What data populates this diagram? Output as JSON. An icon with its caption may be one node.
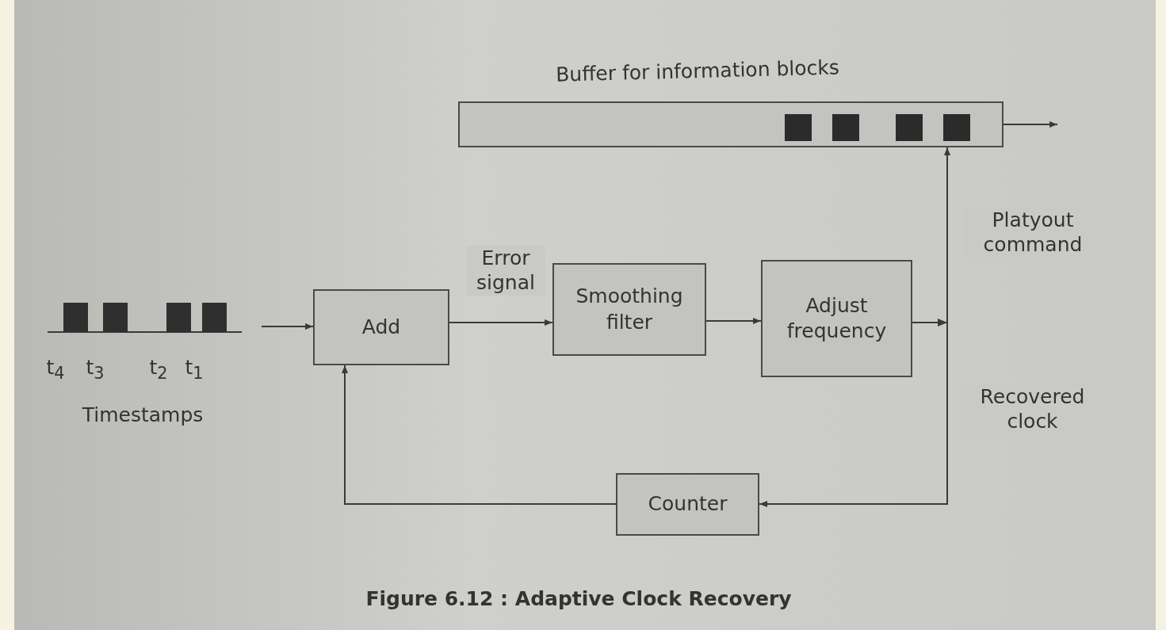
{
  "diagram": {
    "caption": "Figure 6.12 : Adaptive Clock Recovery",
    "nodes": [
      {
        "text": [
          "Buffer for information blocks"
        ]
      },
      {
        "text": [],
        "shape": "picture",
        "beside": [
          "t$_{4}$",
          "t$_{3}$",
          "t$_{2}$",
          "t$_{1}$",
          "Timestamps"
        ]
      },
      {
        "text": [
          "Add"
        ]
      },
      {
        "text": [
          "Smoothing filter"
        ]
      },
      {
        "text": [
          "Adjust frequency"
        ]
      },
      {
        "text": [
          "Counter"
        ]
      }
    ],
    "edges": [
      {
        "from": 1,
        "to": 2,
        "arrow": "to"
      },
      {
        "from": 2,
        "to": 3,
        "arrow": "to",
        "label": "Error signal"
      },
      {
        "from": 3,
        "to": 4,
        "arrow": "to"
      },
      {
        "from": 4,
        "to": 0,
        "arrow": "to",
        "label": "Platyout command"
      },
      {
        "from": 4,
        "to": 5,
        "arrow": "to",
        "label": "Recovered clock"
      },
      {
        "from": 5,
        "to": 2,
        "arrow": "to"
      },
      {
        "from": 0,
        "to": null,
        "arrow": "to"
      }
    ]
  }
}
